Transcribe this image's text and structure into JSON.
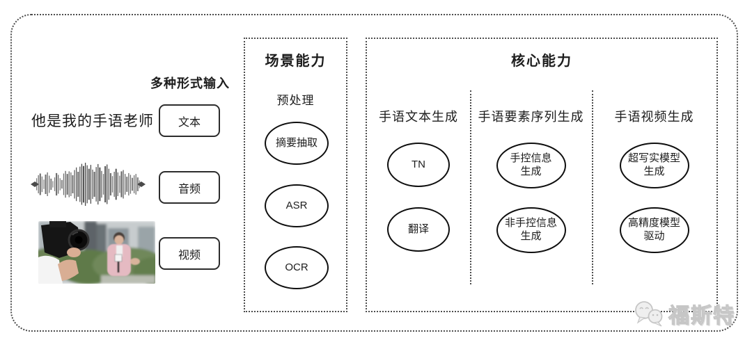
{
  "input_section": {
    "label": "多种形式输入",
    "text_sample": "他是我的手语老师",
    "items": [
      {
        "label": "文本"
      },
      {
        "label": "音频"
      },
      {
        "label": "视频"
      }
    ]
  },
  "scene_box": {
    "title": "场景能力",
    "subtitle": "预处理",
    "nodes": [
      {
        "lines": [
          "摘要抽取"
        ]
      },
      {
        "lines": [
          "ASR"
        ]
      },
      {
        "lines": [
          "OCR"
        ]
      }
    ]
  },
  "core_box": {
    "title": "核心能力",
    "columns": [
      {
        "header": "手语文本生成",
        "nodes": [
          {
            "lines": [
              "TN"
            ]
          },
          {
            "lines": [
              "翻译"
            ]
          }
        ]
      },
      {
        "header": "手语要素序列生成",
        "nodes": [
          {
            "lines": [
              "手控信息",
              "生成"
            ]
          },
          {
            "lines": [
              "非手控信息",
              "生成"
            ]
          }
        ]
      },
      {
        "header": "手语视频生成",
        "nodes": [
          {
            "lines": [
              "超写实模型",
              "生成"
            ]
          },
          {
            "lines": [
              "高精度模型",
              "驱动"
            ]
          }
        ]
      }
    ]
  },
  "watermark": {
    "text": "福斯特"
  },
  "waveform": {
    "amplitudes": [
      0.05,
      0.28,
      0.42,
      0.5,
      0.36,
      0.22,
      0.45,
      0.55,
      0.4,
      0.26,
      0.15,
      0.32,
      0.52,
      0.44,
      0.28,
      0.2,
      0.5,
      0.62,
      0.48,
      0.6,
      0.55,
      0.42,
      0.66,
      0.78,
      0.58,
      0.82,
      0.95,
      0.85,
      1.0,
      0.88,
      0.72,
      0.9,
      0.68,
      0.58,
      0.8,
      0.94,
      0.78,
      0.62,
      0.48,
      0.84,
      0.92,
      0.72,
      0.52,
      0.38,
      0.58,
      0.72,
      0.55,
      0.4,
      0.6,
      0.66,
      0.48,
      0.35,
      0.52,
      0.44,
      0.3,
      0.42,
      0.48,
      0.32,
      0.18,
      0.06
    ]
  },
  "colors": {
    "ink": "#1c1c1c",
    "dotted_border": "#4c4c4c",
    "ellipse_border": "#0e0e0e",
    "watermark_gray": "#d6d6d6",
    "waveform_gray": "#3f3f3f"
  }
}
